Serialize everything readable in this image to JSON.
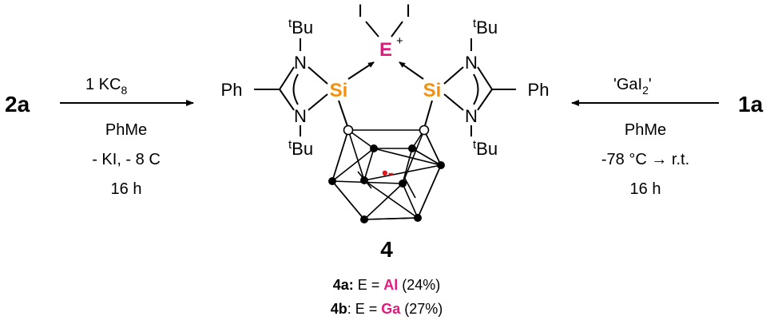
{
  "left_reagent": "2a",
  "right_reagent": "1a",
  "left_conditions": {
    "reagent_main": "1 KC",
    "reagent_sub": "8",
    "solvent": "PhMe",
    "byproducts": "- KI, - 8 C",
    "time": "16 h"
  },
  "right_conditions": {
    "reagent_pre": "'GaI",
    "reagent_sub": "2",
    "reagent_post": "'",
    "solvent": "PhMe",
    "temperature": "-78 °C → r.t.",
    "time": "16 h"
  },
  "structure": {
    "central_atom": "E",
    "charge": "+",
    "iodine": "I",
    "silicon": "Si",
    "nitrogen": "N",
    "phenyl": "Ph",
    "tbu_sup": "t",
    "tbu_main": "Bu",
    "cage_charge": "•-"
  },
  "product_label": "4",
  "products": [
    {
      "label": "4a",
      "sep": ":",
      "eq": " E = ",
      "element": "Al",
      "yield": "(24%)"
    },
    {
      "label": "4b",
      "sep": ": ",
      "eq": "E = ",
      "element": "Ga",
      "yield": "(27%)"
    }
  ],
  "colors": {
    "silicon": "#f29111",
    "element": "#e3197d",
    "radical": "#e0161c"
  }
}
